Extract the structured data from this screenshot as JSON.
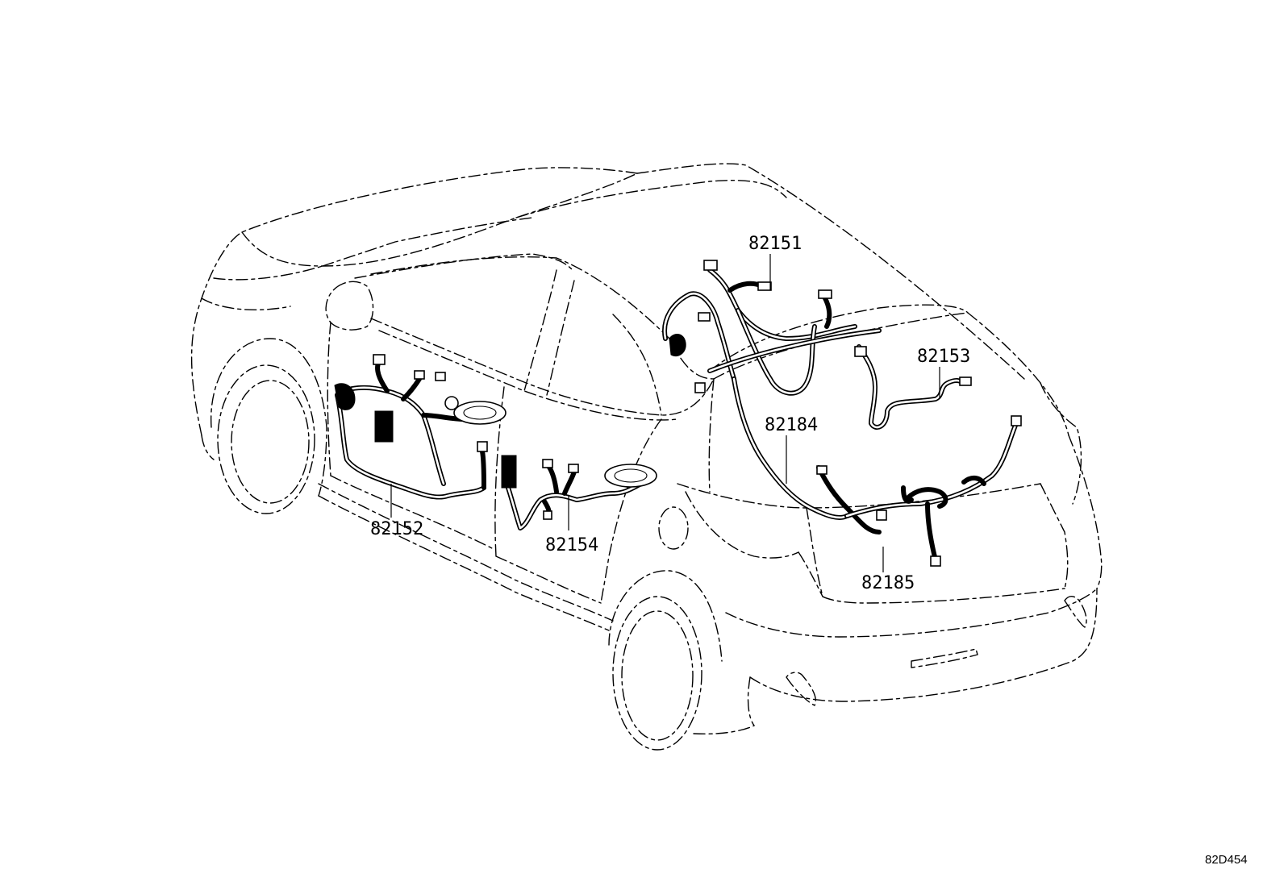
{
  "parts": [
    {
      "key": "p82151",
      "number": "82151"
    },
    {
      "key": "p82152",
      "number": "82152"
    },
    {
      "key": "p82153",
      "number": "82153"
    },
    {
      "key": "p82154",
      "number": "82154"
    },
    {
      "key": "p82184",
      "number": "82184"
    },
    {
      "key": "p82185",
      "number": "82185"
    }
  ],
  "labels": {
    "p82151": "82151",
    "p82152": "82152",
    "p82153": "82153",
    "p82154": "82154",
    "p82184": "82184",
    "p82185": "82185",
    "diagram_code": "82D454"
  }
}
